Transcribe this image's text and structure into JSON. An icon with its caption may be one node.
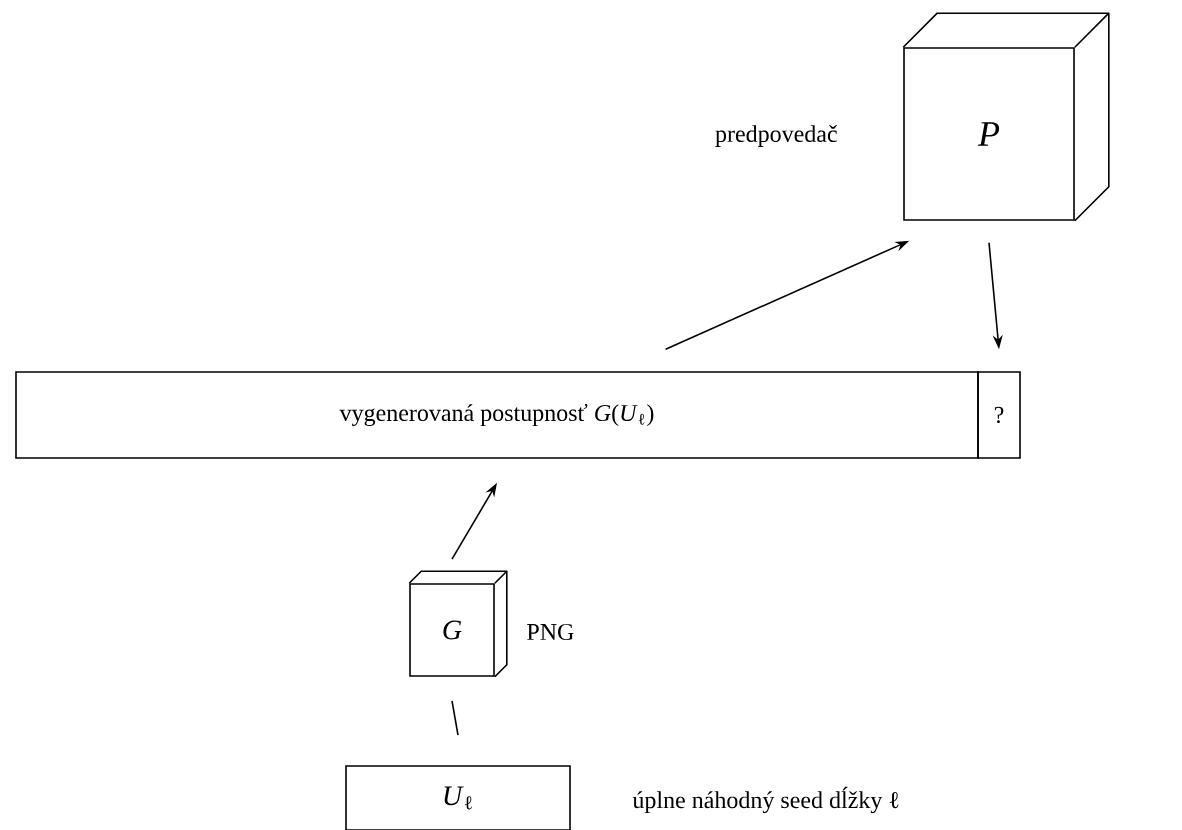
{
  "diagram": {
    "nodes": [
      {
        "text": [
          "P"
        ],
        "beside": [
          "predpovedač"
        ]
      },
      {
        "text": [
          "vygenerovaná postupnosť *G*(*U*$_{ℓ}$)"
        ]
      },
      {
        "text": [
          "?"
        ]
      },
      {
        "text": [
          "G"
        ],
        "beside": [
          "PNG"
        ]
      },
      {
        "text": [
          "*U*$_{ℓ}$"
        ],
        "beside": [
          "úplne náhodný seed dĺžky ℓ"
        ]
      }
    ],
    "edges": [
      {
        "from": 1,
        "to": 0,
        "arrow": "to"
      },
      {
        "from": 0,
        "to": 2,
        "arrow": "to"
      },
      {
        "from": 3,
        "to": 1,
        "arrow": "to"
      },
      {
        "from": 4,
        "to": 3,
        "arrow": "none"
      }
    ]
  }
}
